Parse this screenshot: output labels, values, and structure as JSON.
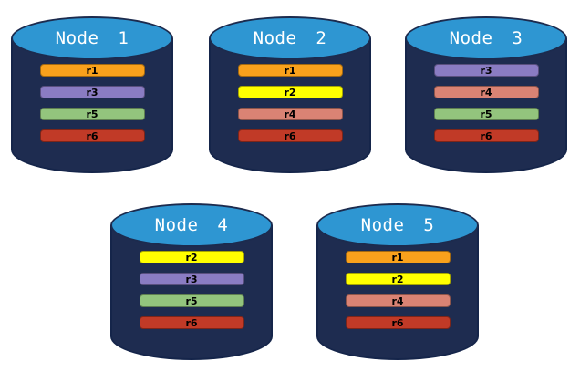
{
  "diagram": {
    "type": "database-replication-nodes",
    "background": "#ffffff"
  },
  "palette": {
    "cylinder_body": "#1e2c50",
    "cylinder_outline": "#15254a",
    "cylinder_top": "#2e96d2",
    "title_text": "#ffffff",
    "bar_text": "#000000",
    "replicas": {
      "r1": "#f9a11c",
      "r2": "#ffff00",
      "r3": "#8a7cc3",
      "r4": "#da8374",
      "r5": "#93c47d",
      "r6": "#c13a27"
    }
  },
  "nodes": [
    {
      "name": "Node 1",
      "replicas": [
        {
          "id": "r1",
          "color": "#f9a11c"
        },
        {
          "id": "r3",
          "color": "#8a7cc3"
        },
        {
          "id": "r5",
          "color": "#93c47d"
        },
        {
          "id": "r6",
          "color": "#c13a27"
        }
      ]
    },
    {
      "name": "Node 2",
      "replicas": [
        {
          "id": "r1",
          "color": "#f9a11c"
        },
        {
          "id": "r2",
          "color": "#ffff00"
        },
        {
          "id": "r4",
          "color": "#da8374"
        },
        {
          "id": "r6",
          "color": "#c13a27"
        }
      ]
    },
    {
      "name": "Node 3",
      "replicas": [
        {
          "id": "r3",
          "color": "#8a7cc3"
        },
        {
          "id": "r4",
          "color": "#da8374"
        },
        {
          "id": "r5",
          "color": "#93c47d"
        },
        {
          "id": "r6",
          "color": "#c13a27"
        }
      ]
    },
    {
      "name": "Node 4",
      "replicas": [
        {
          "id": "r2",
          "color": "#ffff00"
        },
        {
          "id": "r3",
          "color": "#8a7cc3"
        },
        {
          "id": "r5",
          "color": "#93c47d"
        },
        {
          "id": "r6",
          "color": "#c13a27"
        }
      ]
    },
    {
      "name": "Node 5",
      "replicas": [
        {
          "id": "r1",
          "color": "#f9a11c"
        },
        {
          "id": "r2",
          "color": "#ffff00"
        },
        {
          "id": "r4",
          "color": "#da8374"
        },
        {
          "id": "r6",
          "color": "#c13a27"
        }
      ]
    }
  ]
}
